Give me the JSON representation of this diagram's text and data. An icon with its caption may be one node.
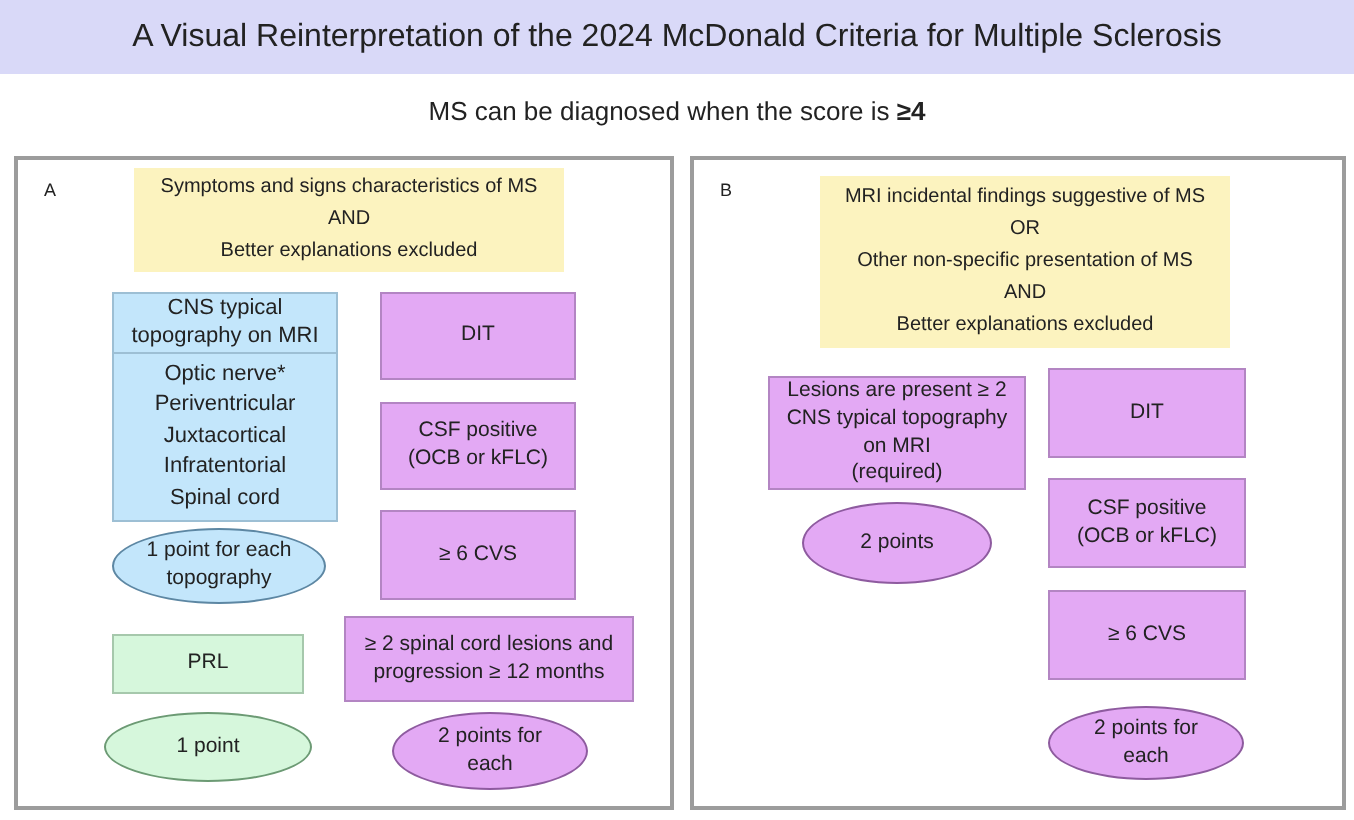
{
  "diagram": {
    "title": "A Visual Reinterpretation of the 2024 McDonald Criteria for Multiple Sclerosis",
    "nodes": [
      {
        "text": [
          "A"
        ]
      },
      {
        "text": [
          "Symptoms and signs characteristics of MS",
          "AND",
          "Better explanations excluded"
        ],
        "in": 0
      },
      {
        "text": [
          "CNS typical topography on MRI",
          "Optic nerve* Periventricular Juxtacortical Infratentorial Spinal cord"
        ],
        "in": 0
      },
      {
        "text": [
          "1 point for each topography"
        ],
        "in": 0
      },
      {
        "text": [
          "PRL"
        ],
        "in": 0
      },
      {
        "text": [
          "1 point"
        ],
        "in": 0
      },
      {
        "text": [
          "DIT"
        ],
        "in": 0
      },
      {
        "text": [
          "CSF positive (OCB or kFLC)"
        ],
        "in": 0
      },
      {
        "text": [
          "≥ 6 CVS"
        ],
        "in": 0
      },
      {
        "text": [
          "≥ 2 spinal cord lesions and progression ≥ 12 months"
        ],
        "in": 0
      },
      {
        "text": [
          "2 points for each"
        ],
        "in": 0
      },
      {
        "text": [
          "B"
        ]
      },
      {
        "text": [
          "MRI incidental findings suggestive of MS",
          "OR",
          "Other non-specific presentation of MS",
          "AND",
          "Better explanations excluded"
        ],
        "in": 11
      },
      {
        "text": [
          "Lesions are present ≥ 2 CNS typical topography on MRI",
          "(required)"
        ],
        "in": 11
      },
      {
        "text": [
          "2 points"
        ],
        "in": 11
      },
      {
        "text": [
          "DIT"
        ],
        "in": 11
      },
      {
        "text": [
          "CSF positive (OCB or kFLC)"
        ],
        "in": 11
      },
      {
        "text": [
          "≥ 6 CVS"
        ],
        "in": 11
      },
      {
        "text": [
          "2 points for each"
        ],
        "in": 11
      }
    ],
    "labels": [
      "MS can be diagnosed when the score is **≥4**"
    ]
  }
}
